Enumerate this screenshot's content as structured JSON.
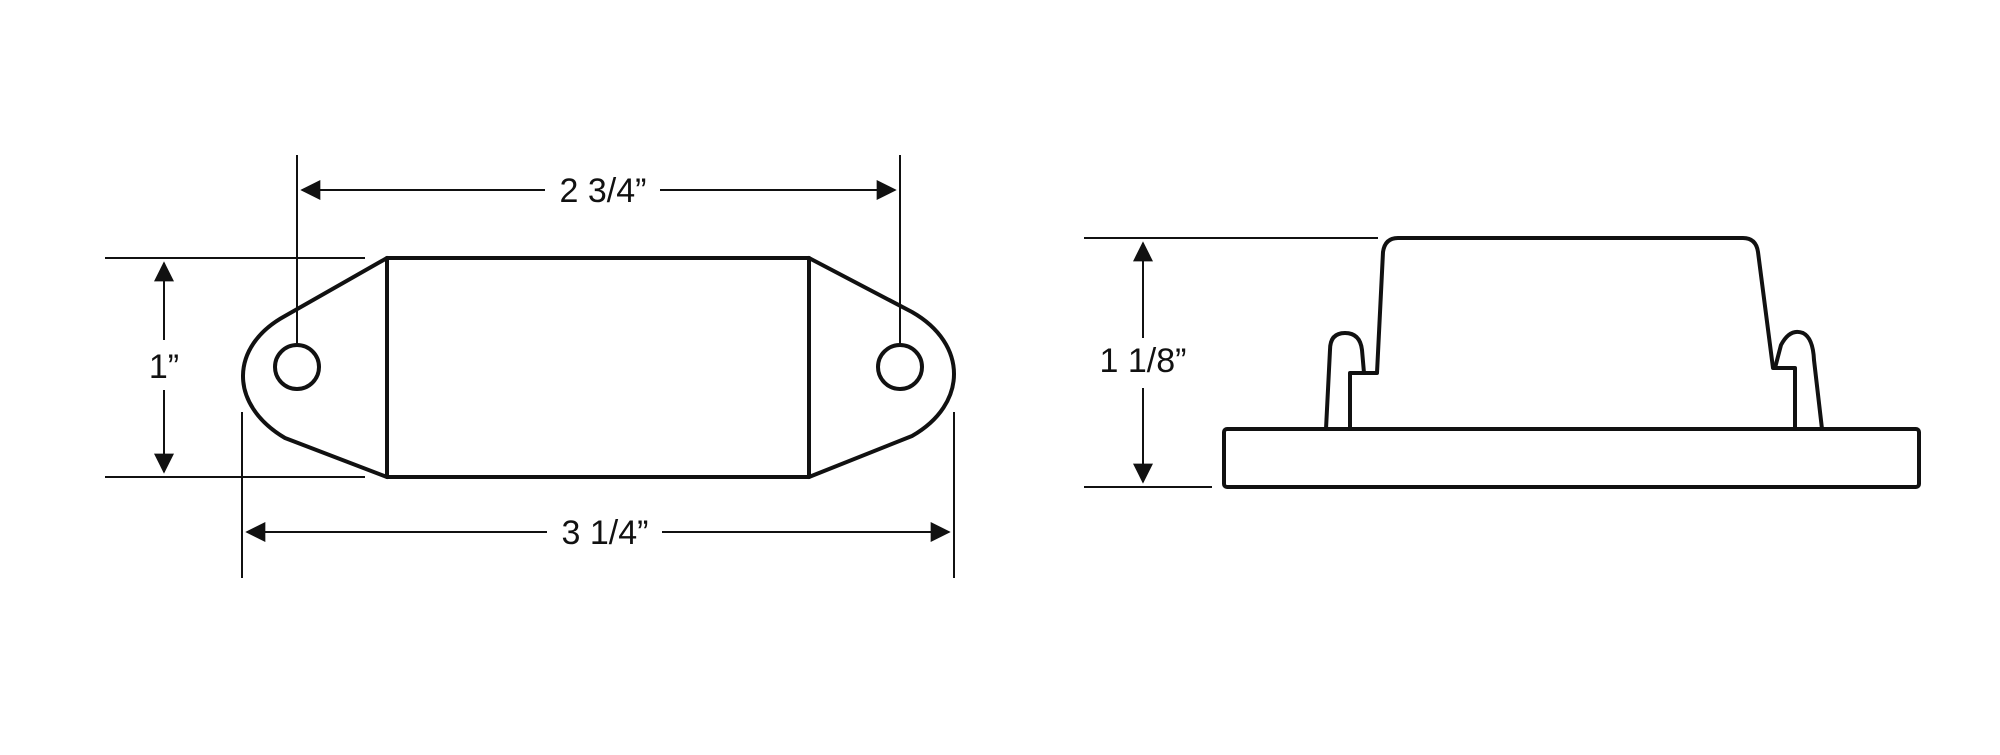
{
  "colors": {
    "line": "#111111",
    "background": "#ffffff"
  },
  "dimensions": {
    "hole_spacing": "2 3/4”",
    "height": "1”",
    "overall_length": "3 1/4”",
    "side_height": "1 1/8”"
  }
}
